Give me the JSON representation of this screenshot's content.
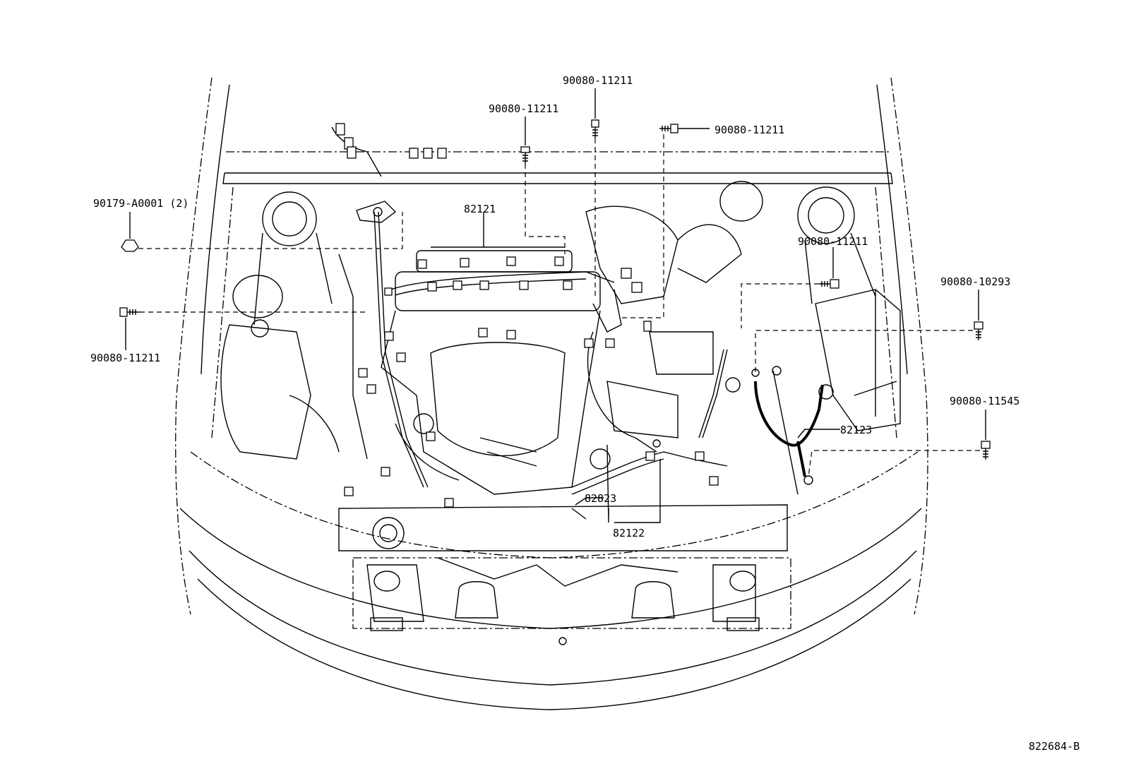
{
  "labels": {
    "bolt_top_center": "90080-11211",
    "bolt_top_left": "90080-11211",
    "bolt_top_right": "90080-11211",
    "clip_left": "90179-A0001 (2)",
    "bolt_left": "90080-11211",
    "bolt_right_upper": "90080-11211",
    "bolt_right_mid": "90080-10293",
    "bolt_right_lower": "90080-11545",
    "harness_main": "82121",
    "harness_battery": "82123",
    "harness_front": "82122",
    "harness_sub": "82823",
    "diagram_code": "822684-B"
  }
}
